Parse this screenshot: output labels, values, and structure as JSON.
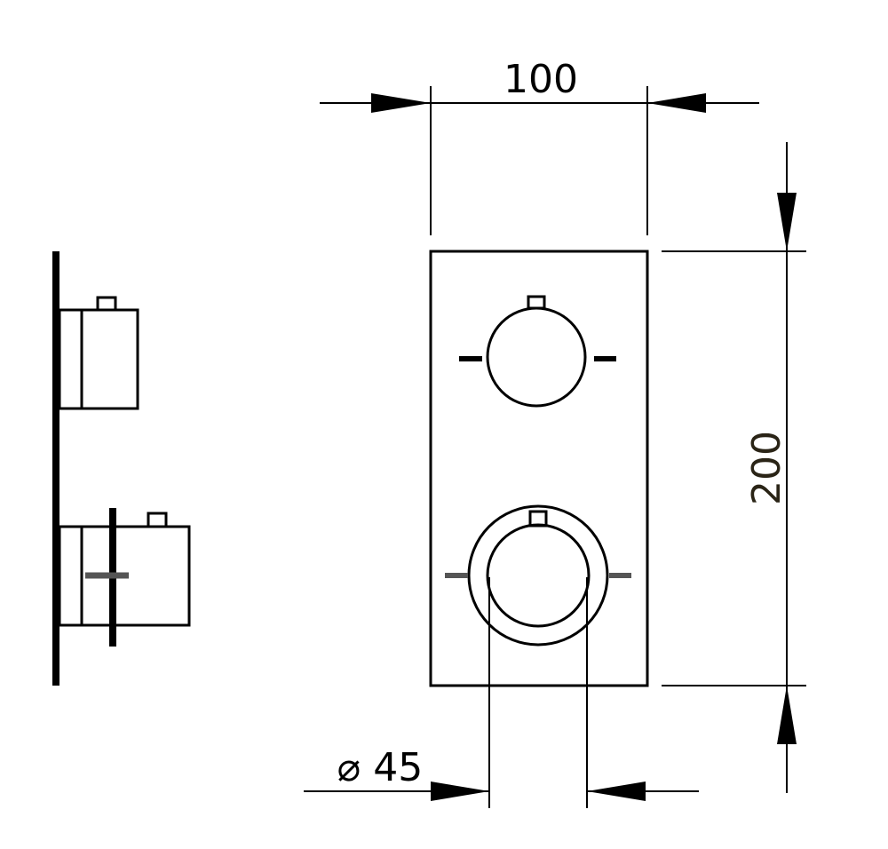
{
  "dimensions": {
    "width_label": "100",
    "height_label": "200",
    "diameter_label": "⌀ 45"
  },
  "colors": {
    "line": "#000000",
    "lever": "#555555",
    "label_dark": "#2a2416"
  }
}
